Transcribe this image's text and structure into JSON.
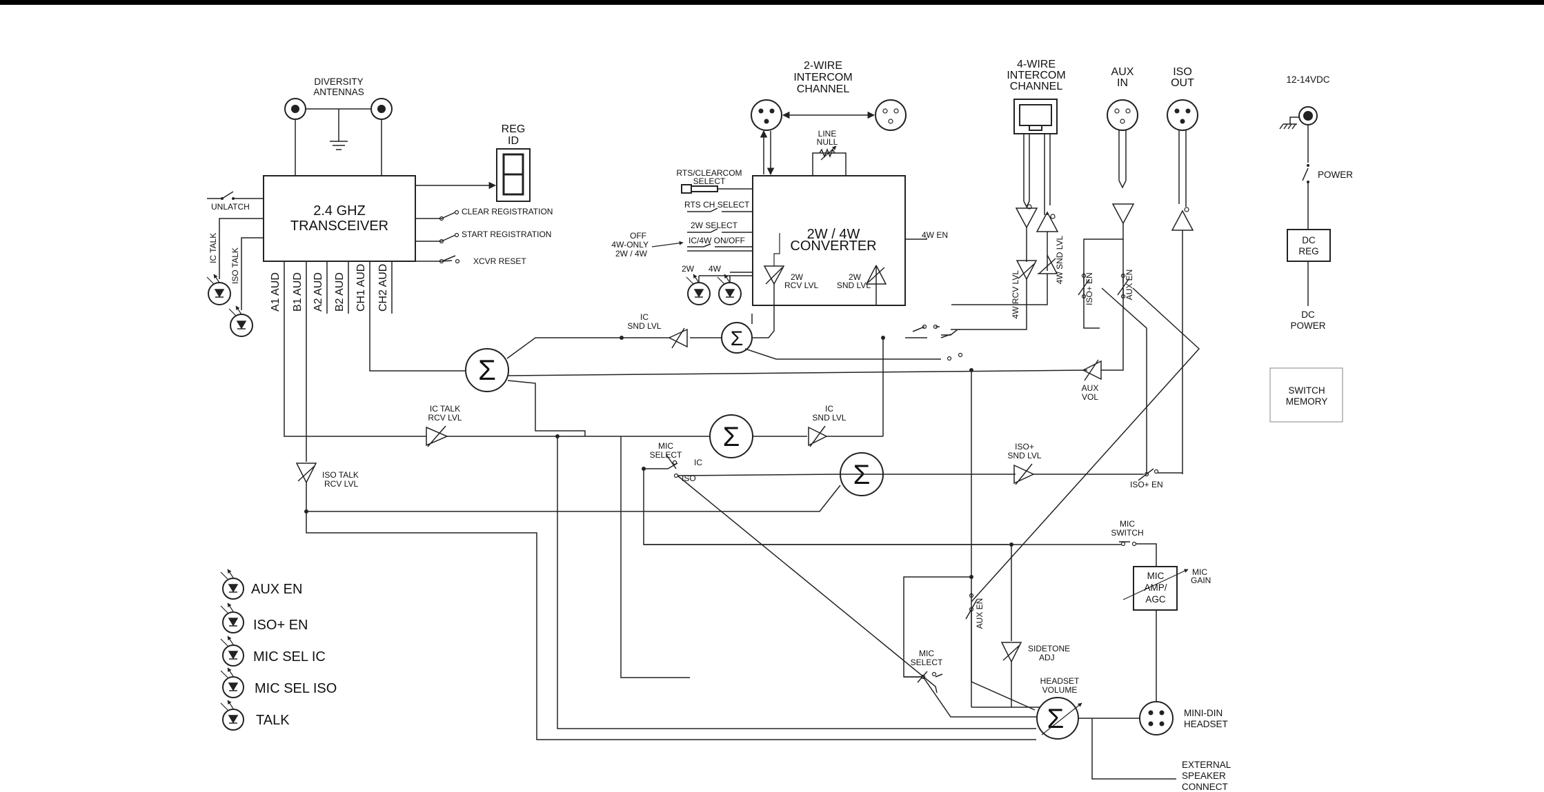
{
  "labels": {
    "diversity_antennas": [
      "DIVERSITY",
      "ANTENNAS"
    ],
    "transceiver": [
      "2.4 GHZ",
      "TRANSCEIVER"
    ],
    "reg_id": [
      "REG",
      "ID"
    ],
    "unlatch": "UNLATCH",
    "clear_registration": "CLEAR REGISTRATION",
    "start_registration": "START REGISTRATION",
    "xcvr_reset": "XCVR RESET",
    "ic_talk": "IC TALK",
    "iso_talk": "ISO TALK",
    "aud_ports": [
      "A1 AUD",
      "B1 AUD",
      "A2 AUD",
      "B2 AUD",
      "CH1 AUD",
      "CH2 AUD"
    ],
    "two_wire_channel": [
      "2-WIRE",
      "INTERCOM",
      "CHANNEL"
    ],
    "line_null": [
      "LINE",
      "NULL"
    ],
    "rts_clearcom": [
      "RTS/CLEARCOM",
      "SELECT"
    ],
    "rts_ch_select": "RTS CH SELECT",
    "two_w_select": "2W SELECT",
    "ic_4w_onoff": "IC/4W ON/OFF",
    "mode_options": [
      "OFF",
      "4W-ONLY",
      "2W / 4W"
    ],
    "converter": [
      "2W / 4W",
      "CONVERTER"
    ],
    "led_2w": "2W",
    "led_4w": "4W",
    "rcv_2w": [
      "2W",
      "RCV LVL"
    ],
    "snd_2w": [
      "2W",
      "SND LVL"
    ],
    "en_4w": "4W EN",
    "four_wire_channel": [
      "4-WIRE",
      "INTERCOM",
      "CHANNEL"
    ],
    "rcv_4w": "4W RCV LVL",
    "snd_4w": "4W SND LVL",
    "aux_in": [
      "AUX",
      "IN"
    ],
    "iso_out": [
      "ISO",
      "OUT"
    ],
    "iso_plus_en": "ISO+ EN",
    "aux_en": "AUX EN",
    "supply": "12-14VDC",
    "power": "POWER",
    "dc_reg": [
      "DC",
      "REG"
    ],
    "dc_power": [
      "DC",
      "POWER"
    ],
    "switch_memory": [
      "SWITCH",
      "MEMORY"
    ],
    "ic_snd_lvl_top": [
      "IC",
      "SND LVL"
    ],
    "aux_vol": [
      "AUX",
      "VOL"
    ],
    "ic_talk_rcv": [
      "IC TALK",
      "RCV LVL"
    ],
    "ic_snd_lvl_mid": [
      "IC",
      "SND LVL"
    ],
    "mic_select_top": [
      "MIC",
      "SELECT"
    ],
    "ic": "IC",
    "iso": "ISO",
    "iso_talk_rcv": [
      "ISO TALK",
      "RCV LVL"
    ],
    "iso_plus_snd": [
      "ISO+",
      "SND LVL"
    ],
    "iso_plus_en_bottom": "ISO+ EN",
    "mic_switch": [
      "MIC",
      "SWITCH"
    ],
    "mic_amp": [
      "MIC",
      "AMP/",
      "AGC"
    ],
    "mic_gain": [
      "MIC",
      "GAIN"
    ],
    "aux_en_lower": "AUX EN",
    "sidetone": [
      "SIDETONE",
      "ADJ"
    ],
    "mic_select_bottom": [
      "MIC",
      "SELECT"
    ],
    "headset_volume": [
      "HEADSET",
      "VOLUME"
    ],
    "mini_din": [
      "MINI-DIN",
      "HEADSET"
    ],
    "external_speaker": [
      "EXTERNAL",
      "SPEAKER",
      "CONNECT"
    ]
  },
  "legend": [
    "AUX EN",
    "ISO+ EN",
    "MIC SEL IC",
    "MIC SEL ISO",
    "TALK"
  ],
  "symbols": {
    "sum": "Σ",
    "seven_segment": "8"
  }
}
